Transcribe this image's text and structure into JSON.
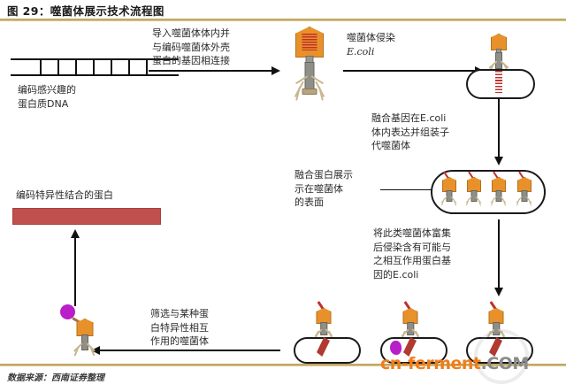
{
  "figure": {
    "title": "图 29：噬菌体展示技术流程图",
    "source": "数据来源：西南证券整理",
    "rule_color": "#b89b53"
  },
  "labels": {
    "dna_caption": "编码感兴趣的\n蛋白质DNA",
    "step_insert": "导入噬菌体体内并\n与编码噬菌体外壳\n蛋白的基因相连接",
    "step_infect_line1": "噬菌体侵染",
    "step_infect_line2": "E.coli",
    "step_express": "融合基因在E.coli\n体内表达并组装子\n代噬菌体",
    "step_display": "融合蛋白展示\n示在噬菌体\n的表面",
    "step_enrich": "将此类噬菌体富集\n后侵染含有可能与\n之相互作用蛋白基\n因的E.coli",
    "step_screen": "筛选与某种蛋\n白特异性相互\n作用的噬菌体",
    "protein_caption": "编码特异性结合的蛋白"
  },
  "watermark": {
    "brand": "cn-ferment",
    "tld": ".COM",
    "brand_color": "#f07d1a",
    "tld_color": "#8b8b8b"
  },
  "elements": {
    "dna_icon": "dna-ladder-icon",
    "phage_icon": "bacteriophage-icon",
    "cell_icon": "e-coli-cell-icon",
    "protein_bar": "protein-gene-bar",
    "target_protein": "target-protein-dot"
  },
  "colors": {
    "phage_head": "#e8912a",
    "phage_tail": "#8f8f88",
    "phage_dna": "#c0302a",
    "protein_bar": "#c0504d",
    "target_dot": "#b81fc8",
    "outline": "#1a1a1a"
  },
  "diagram_steps": [
    {
      "id": 1,
      "name": "gene-of-interest-dna",
      "label": "编码感兴趣的蛋白质DNA"
    },
    {
      "id": 2,
      "name": "insert-into-phage-genome",
      "label": "导入噬菌体体内并与编码噬菌体外壳蛋白的基因相连接"
    },
    {
      "id": 3,
      "name": "phage-infects-ecoli",
      "label": "噬菌体侵染 E.coli"
    },
    {
      "id": 4,
      "name": "fusion-gene-expression",
      "label": "融合基因在E.coli体内表达并组装子代噬菌体"
    },
    {
      "id": 5,
      "name": "fusion-protein-displayed",
      "label": "融合蛋白展示在噬菌体的表面"
    },
    {
      "id": 6,
      "name": "enrich-and-reinfect",
      "label": "将此类噬菌体富集后侵染含有可能与之相互作用蛋白基因的E.coli"
    },
    {
      "id": 7,
      "name": "screen-specific-binders",
      "label": "筛选与某种蛋白特异性相互作用的噬菌体"
    },
    {
      "id": 8,
      "name": "encoded-binding-protein",
      "label": "编码特异性结合的蛋白"
    }
  ]
}
